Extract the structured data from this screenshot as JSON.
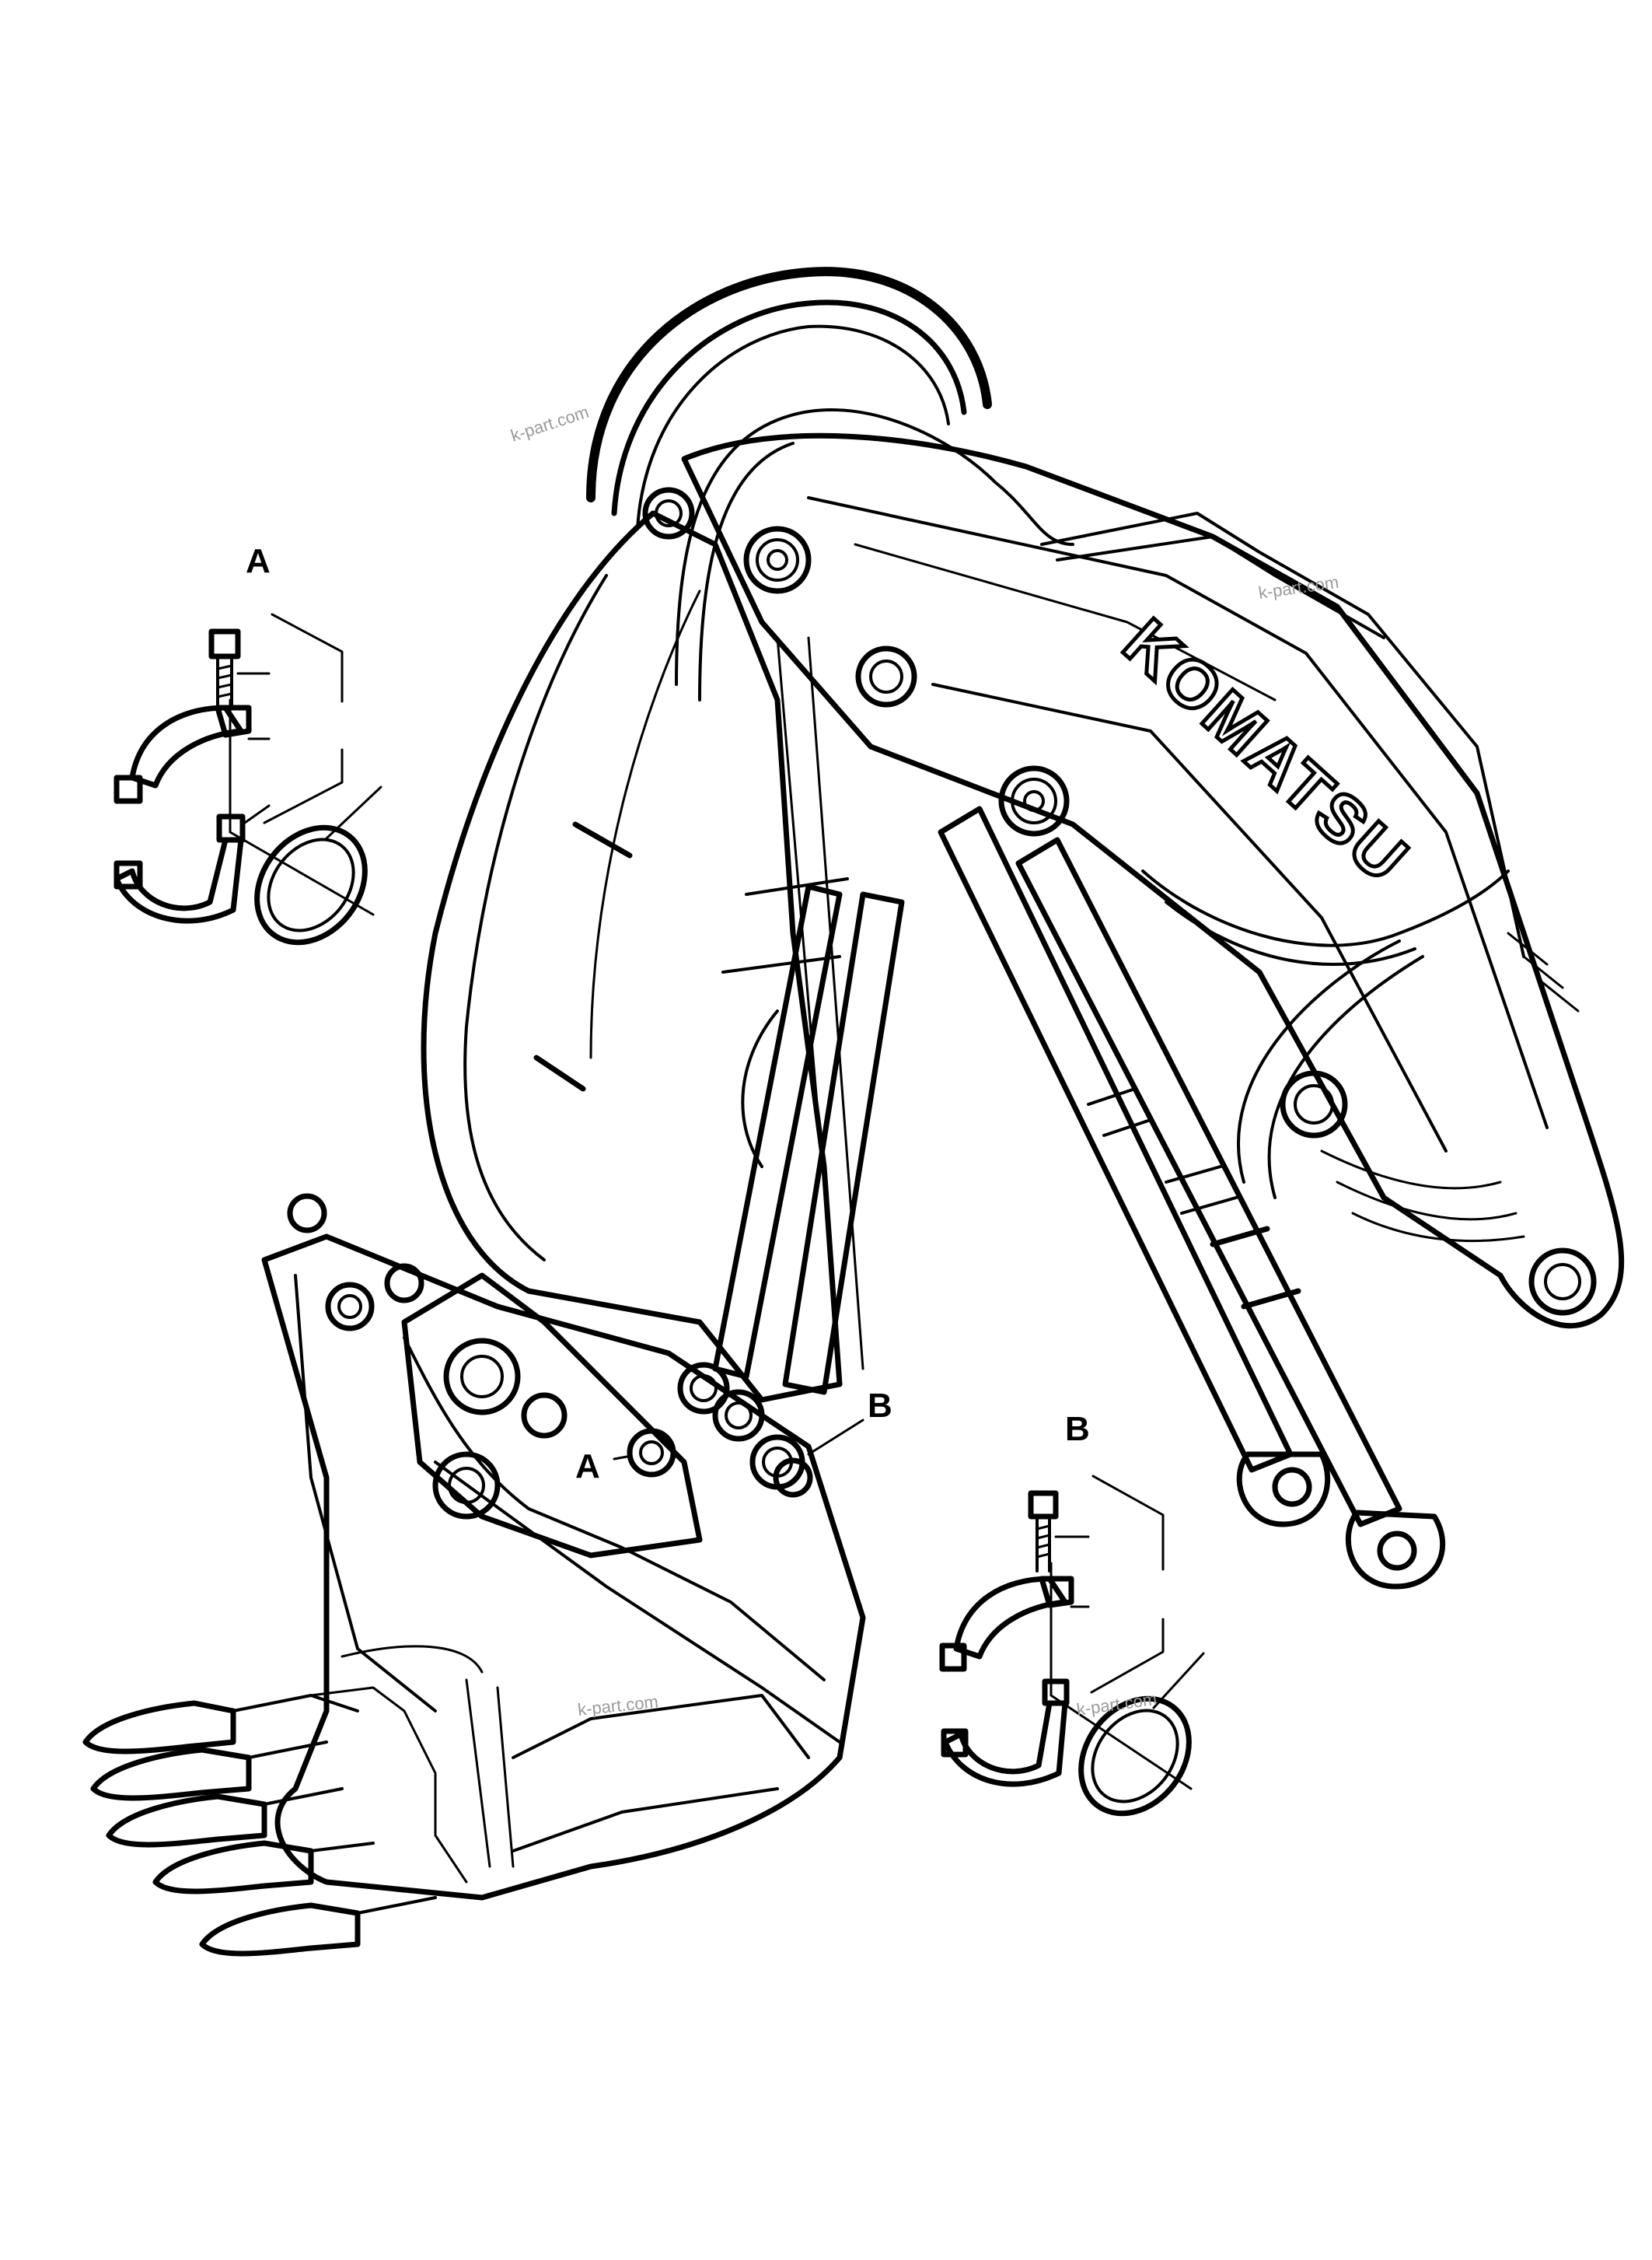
{
  "labels": {
    "detail_a_title": "A",
    "detail_b_title": "B",
    "callout_a": "A",
    "callout_b": "B",
    "brand": "KOMATSU"
  },
  "watermarks": [
    "k-part.com",
    "k-part.com",
    "k-part.com",
    "k-part.com"
  ],
  "colors": {
    "ink": "#000000",
    "paper": "#ffffff",
    "watermark": "#9a9a9a"
  }
}
